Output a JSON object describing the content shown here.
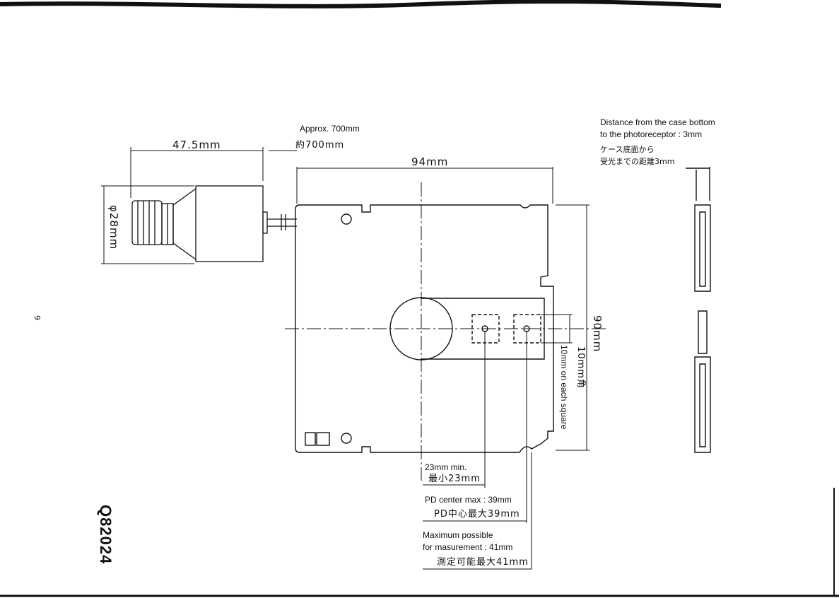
{
  "labels": {
    "cable_length_en": "Approx. 700mm",
    "cable_length_jp": "約700mm",
    "lens_length": "47.5mm",
    "lens_diameter": "φ28mm",
    "width": "94mm",
    "height": "90mm",
    "square_size_jp": "10mm角",
    "square_size_en": "10mm on each square",
    "distance_en_line1": "Distance from the case bottom",
    "distance_en_line2": "to the photoreceptor : 3mm",
    "distance_jp_line1": "ケース底面から",
    "distance_jp_line2": "受光までの距離3mm",
    "min_en": "23mm min.",
    "min_jp": "最小23mm",
    "pd_center_en": "PD center max : 39mm",
    "pd_center_jp": "PD中心最大39mm",
    "max_line1": "Maximum possible",
    "max_line2": "for masurement : 41mm",
    "max_jp": "測定可能最大41mm",
    "page_number": "9",
    "part_code": "Q82024"
  }
}
